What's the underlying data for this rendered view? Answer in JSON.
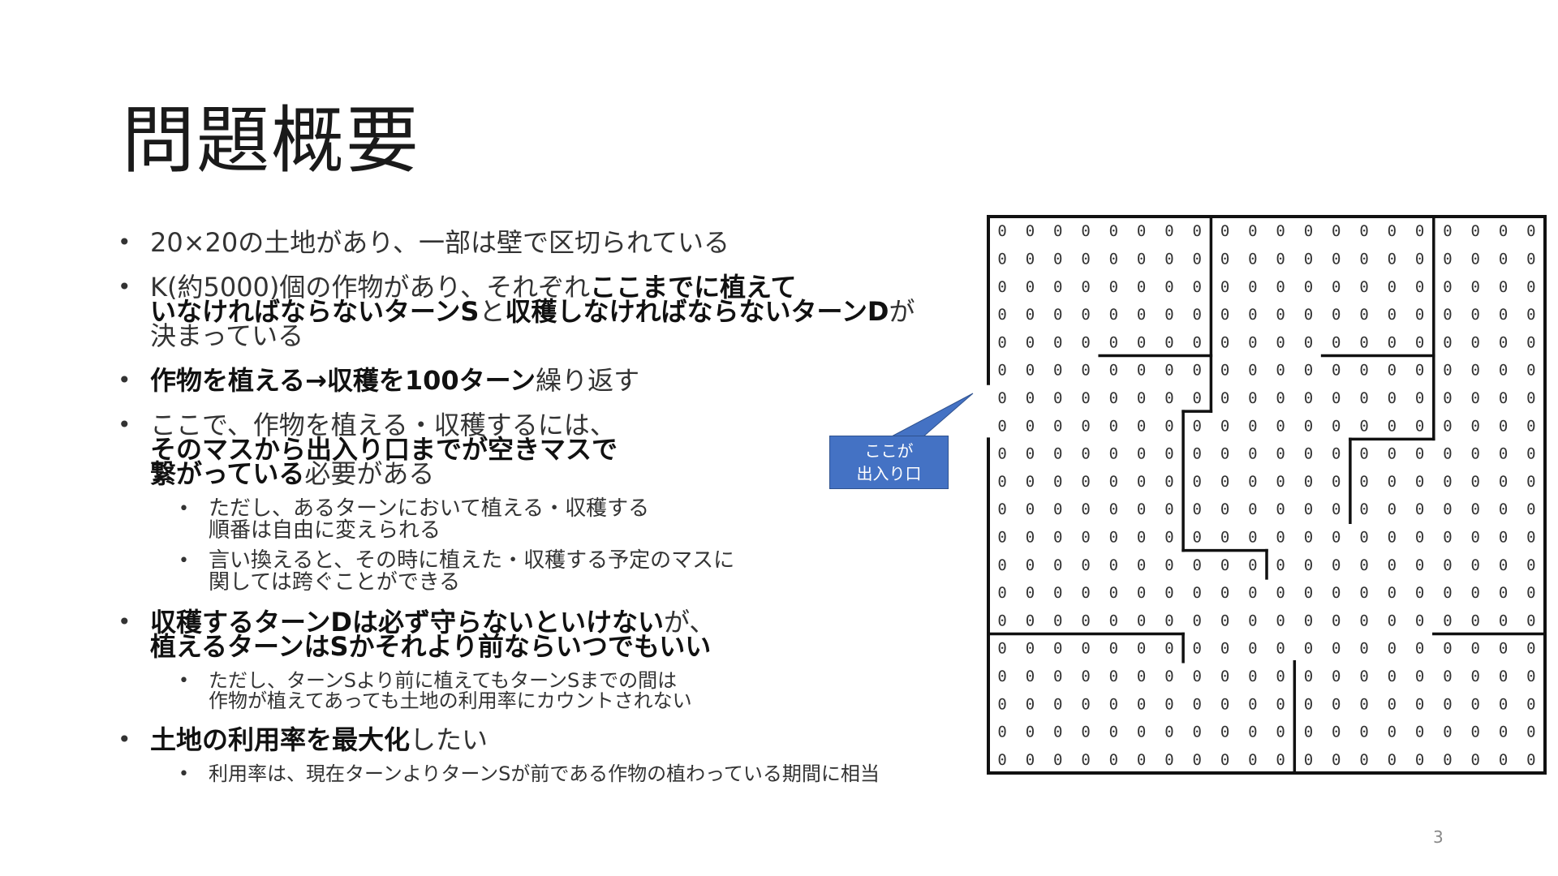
{
  "title": "問題概要",
  "page_number": "3",
  "callout": {
    "line1": "ここが",
    "line2": "出入り口"
  },
  "bullets": [
    {
      "t": "20×20の土地があり、一部は壁で区切られている"
    },
    {
      "p1": "K(約5000)個の作物があり、それぞれ",
      "b1": "ここまでに植えて",
      "b2": "いなければならないターンS",
      "p2": "と",
      "b3": "収穫しなければならないターンD",
      "p3": "が",
      "p4": "決まっている"
    },
    {
      "b1": "作物を植える→収穫を100ターン",
      "p1": "繰り返す"
    },
    {
      "p1": "ここで、作物を植える・収穫するには、",
      "b1": "そのマスから出入り口までが空きマスで",
      "b2": "繋がっている",
      "p2": "必要がある"
    },
    {
      "sub": [
        "ただし、あるターンにおいて植える・収穫する",
        "順番は自由に変えられる"
      ]
    },
    {
      "sub": [
        "言い換えると、その時に植えた・収穫する予定のマスに",
        "関しては跨ぐことができる"
      ]
    },
    {
      "b1": "収穫するターンDは必ず守らないといけない",
      "p1": "が、",
      "b2": "植えるターンはSかそれより前ならいつでもいい"
    },
    {
      "sub": [
        "ただし、ターンSより前に植えてもターンSまでの間は",
        "作物が植えてあっても土地の利用率にカウントされない"
      ]
    },
    {
      "b1": "土地の利用率を最大化",
      "p1": "したい"
    },
    {
      "sub": [
        "利用率は、現在ターンよりターンSが前である作物の植わっている期間に相当"
      ]
    }
  ],
  "grid": {
    "rows": 20,
    "cols": 20,
    "cell_value": "0",
    "entrance": "left side, rows 6-7"
  }
}
